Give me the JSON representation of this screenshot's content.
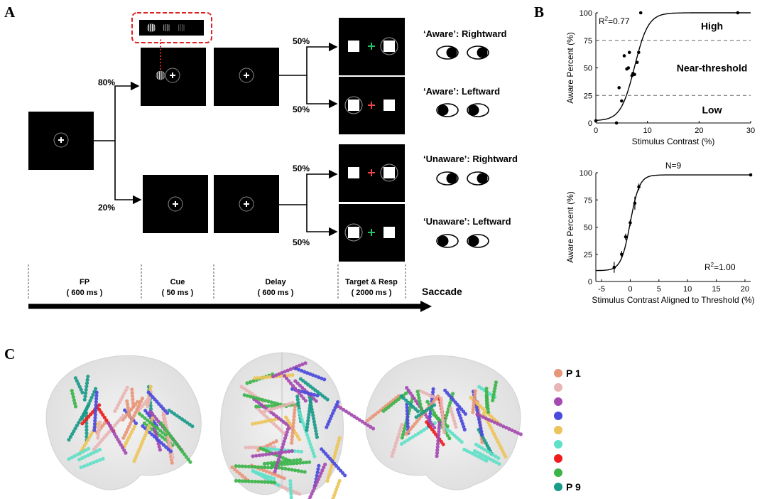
{
  "panel_labels": {
    "a": "A",
    "b": "B",
    "c": "C"
  },
  "panel_a": {
    "prob_top": "80%",
    "prob_bottom": "20%",
    "prob_aware_right": "50%",
    "prob_aware_left": "50%",
    "prob_unaware_right": "50%",
    "prob_unaware_left": "50%",
    "conditions": [
      {
        "label": "‘Aware’: Rightward",
        "fixation_color": "#22c55e"
      },
      {
        "label": "‘Aware’: Leftward",
        "fixation_color": "#ef4444"
      },
      {
        "label": "‘Unaware’: Rightward",
        "fixation_color": "#ef4444"
      },
      {
        "label": "‘Unaware’: Leftward",
        "fixation_color": "#22c55e"
      }
    ],
    "timeline": [
      {
        "name": "FP",
        "duration": "( 600 ms )"
      },
      {
        "name": "Cue",
        "duration": "( 50 ms )"
      },
      {
        "name": "Delay",
        "duration": "( 600 ms )"
      },
      {
        "name": "Target & Resp",
        "duration": "( 2000 ms )"
      }
    ],
    "saccade_label": "Saccade"
  },
  "chart_data": [
    {
      "type": "scatter",
      "title": "",
      "xlabel": "Stimulus Contrast (%)",
      "ylabel": "Aware Percent (%)",
      "xlim": [
        0,
        30
      ],
      "ylim": [
        0,
        100
      ],
      "xticks": [
        0,
        10,
        20,
        30
      ],
      "yticks": [
        0,
        25,
        50,
        75,
        100
      ],
      "r2_label": "R2=0.77",
      "threshold_lines": [
        75,
        25
      ],
      "regions": [
        "High",
        "Near-threshold",
        "Low"
      ],
      "points": [
        [
          0,
          2
        ],
        [
          4,
          0
        ],
        [
          4.5,
          32
        ],
        [
          5,
          20
        ],
        [
          5.5,
          61
        ],
        [
          6,
          49
        ],
        [
          6.3,
          50
        ],
        [
          6.5,
          64
        ],
        [
          7,
          43
        ],
        [
          7.2,
          45
        ],
        [
          7.5,
          44
        ],
        [
          8,
          55
        ],
        [
          8.3,
          64
        ],
        [
          8.7,
          100
        ],
        [
          27.5,
          100
        ]
      ],
      "fit": {
        "bottom": 2,
        "top": 100,
        "x50": 7.5,
        "slope": 0.75
      },
      "grid": false
    },
    {
      "type": "line",
      "title": "N=9",
      "xlabel": "Stimulus Contrast Aligned to Threshold (%)",
      "ylabel": "Aware Percent (%)",
      "xlim": [
        -6,
        21
      ],
      "ylim": [
        0,
        100
      ],
      "xticks": [
        -5,
        0,
        5,
        10,
        15,
        20
      ],
      "yticks": [
        0,
        25,
        50,
        75,
        100
      ],
      "r2_label": "R2=1.00",
      "points": [
        {
          "x": -2.8,
          "y": 13,
          "err": 5
        },
        {
          "x": -1.5,
          "y": 25,
          "err": 3
        },
        {
          "x": -0.8,
          "y": 41,
          "err": 3
        },
        {
          "x": 0,
          "y": 54,
          "err": 3
        },
        {
          "x": 0.8,
          "y": 72,
          "err": 6
        },
        {
          "x": 1.5,
          "y": 87,
          "err": 3
        },
        {
          "x": 21,
          "y": 98,
          "err": 0
        }
      ],
      "fit": {
        "bottom": 10,
        "top": 98,
        "x50": 0,
        "slope": 1.25
      },
      "grid": false
    }
  ],
  "panel_c": {
    "legend": [
      {
        "label": "P 1",
        "color": "#e8967a"
      },
      {
        "label": "",
        "color": "#e8b4b4"
      },
      {
        "label": "",
        "color": "#a44ab0"
      },
      {
        "label": "",
        "color": "#4a4adc"
      },
      {
        "label": "",
        "color": "#edc45a"
      },
      {
        "label": "",
        "color": "#5fe0c8"
      },
      {
        "label": "",
        "color": "#ee1c1c"
      },
      {
        "label": "",
        "color": "#3cb44a"
      },
      {
        "label": "P 9",
        "color": "#1a9a8a"
      }
    ]
  }
}
